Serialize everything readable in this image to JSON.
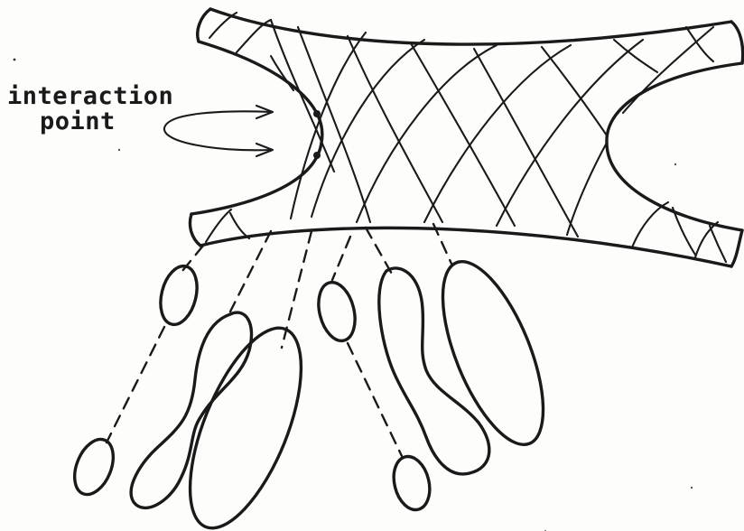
{
  "annotation": {
    "label_line1": "interaction",
    "label_line2": "point"
  },
  "icons": {
    "arrow": "arrowhead",
    "dot": "interaction-dot"
  }
}
